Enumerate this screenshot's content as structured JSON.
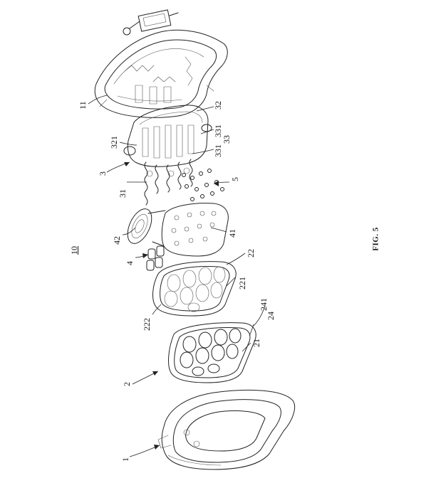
{
  "figure": {
    "caption": "FIG. 5",
    "assembly_number": "10"
  },
  "reference_numerals": {
    "housing_front": "1",
    "housing_rear": "11",
    "sealing_assembly": "2",
    "seal_plate": "21",
    "seal_frame": "22",
    "frame_cells": "221",
    "frame_edge": "222",
    "seal_rim": "24",
    "rim_lip": "241",
    "pin_module": "3",
    "springs": "31",
    "pin_base": "32",
    "base_post": "321",
    "pin_group": "33",
    "pin_a": "331",
    "pin_b": "331",
    "circuit_module": "4",
    "circuit_board": "41",
    "speaker": "42",
    "balls": "5"
  }
}
